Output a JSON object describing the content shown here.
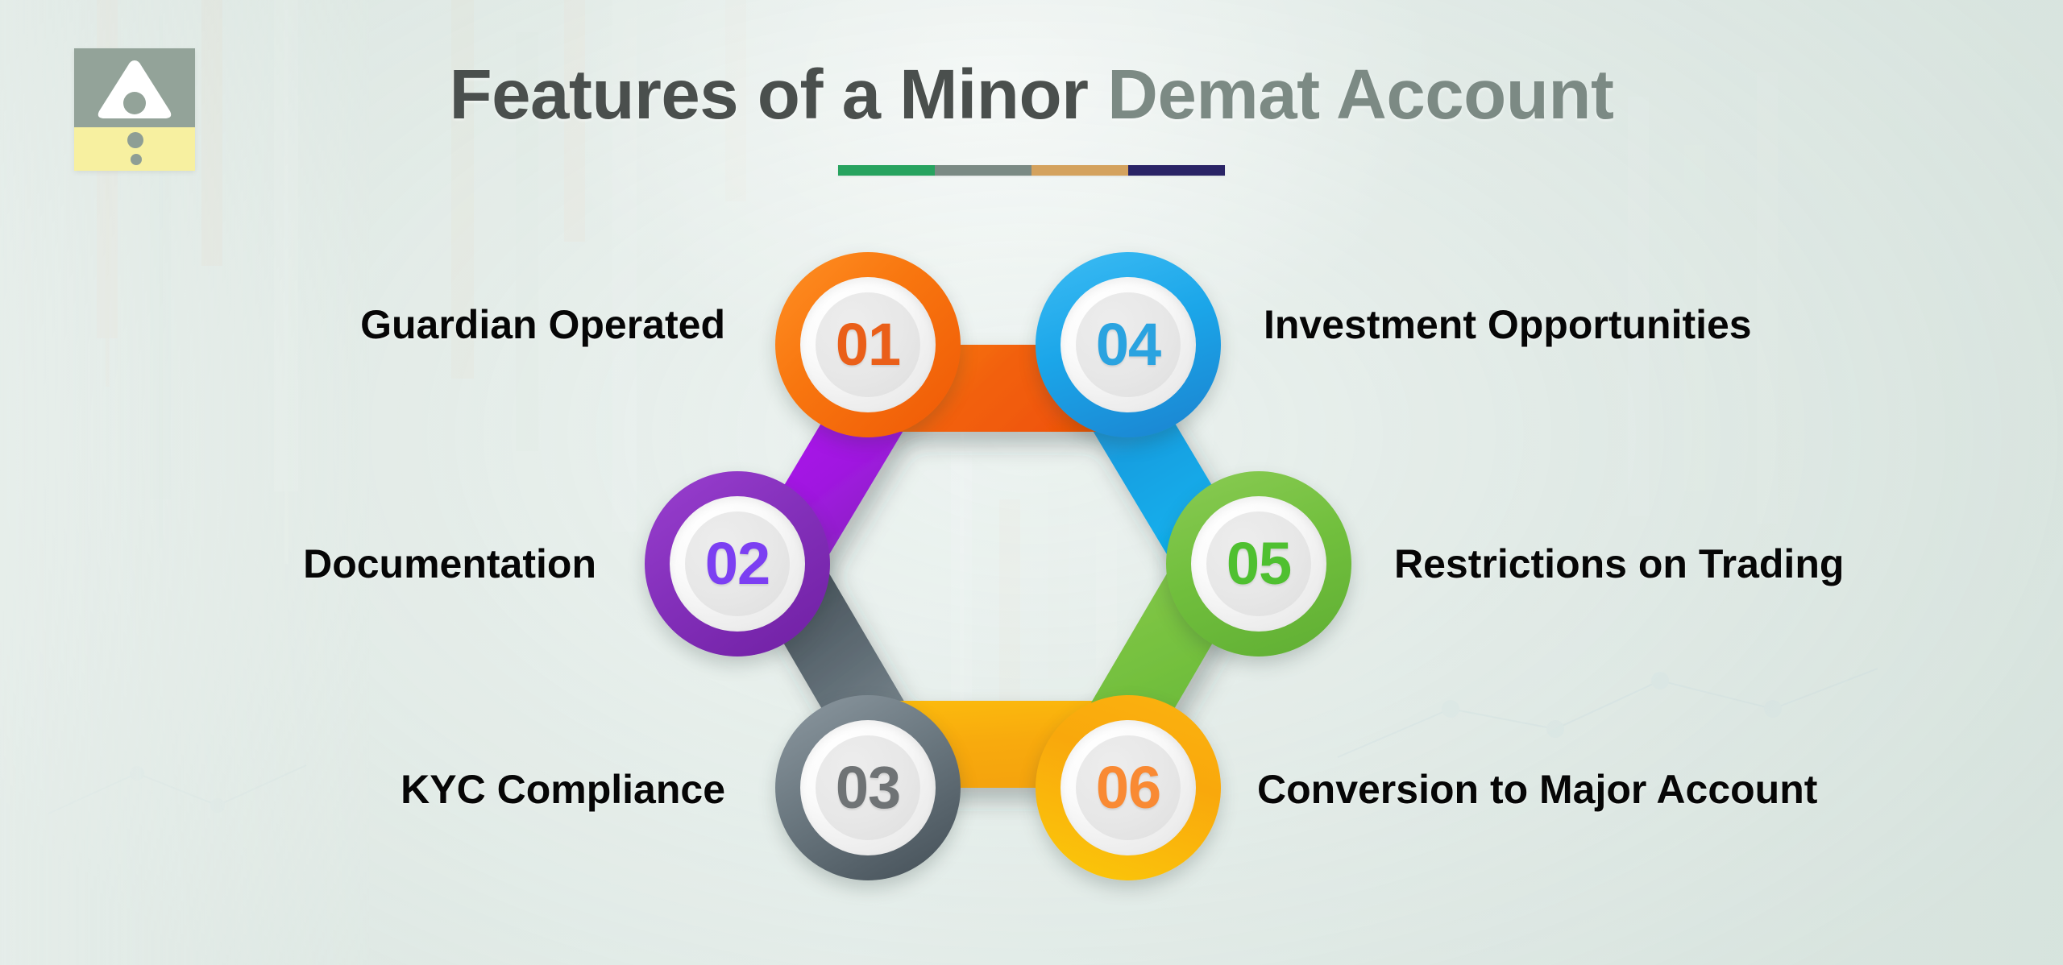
{
  "page": {
    "background_color": "#e3eae6",
    "accent_divider_colors": [
      "#27a35f",
      "#7b8a84",
      "#d4a25e",
      "#2a2466"
    ]
  },
  "logo": {
    "name": "brand-logo",
    "top_color": "#93a399",
    "bottom_color": "#f7f0a0",
    "glyph": "triangle-with-dot-icon"
  },
  "header": {
    "title_part1": "Features of a Minor",
    "title_part2": "Demat Account",
    "title_color_1": "#4a4f4d",
    "title_color_2": "#7c8a84"
  },
  "diagram": {
    "type": "hexagon-process-infographic",
    "nodes": [
      {
        "number": "01",
        "label": "Guardian Operated",
        "side": "left",
        "ring_color": "#f4710d",
        "ring_color_2": "#ff8c1a",
        "number_color": "#ea5f19"
      },
      {
        "number": "02",
        "label": "Documentation",
        "side": "left",
        "ring_color": "#7e2bb0",
        "ring_color_2": "#9a3fd0",
        "number_color": "#7c3ff2"
      },
      {
        "number": "03",
        "label": "KYC Compliance",
        "side": "left",
        "ring_color": "#5d6a72",
        "ring_color_2": "#808d95",
        "number_color": "#6f7375"
      },
      {
        "number": "04",
        "label": "Investment Opportunities",
        "side": "right",
        "ring_color": "#1aa7e8",
        "ring_color_2": "#3ab6f0",
        "number_color": "#2aa3e0"
      },
      {
        "number": "05",
        "label": "Restrictions on Trading",
        "side": "right",
        "ring_color": "#6ebe3e",
        "ring_color_2": "#86ca55",
        "number_color": "#4fc030"
      },
      {
        "number": "06",
        "label": "Conversion to Major Account",
        "side": "right",
        "ring_color": "#f9ae10",
        "ring_color_2": "#fbc40a",
        "number_color": "#f98a33"
      }
    ],
    "ribbons": [
      {
        "from": "01",
        "to": "04",
        "color_start": "#f05a07",
        "color_end": "#f4710d"
      },
      {
        "from": "04",
        "to": "05",
        "color_start": "#1f8fd6",
        "color_end": "#16a6e6"
      },
      {
        "from": "05",
        "to": "06",
        "color_start": "#7cc63f",
        "color_end": "#66b93a"
      },
      {
        "from": "06",
        "to": "03",
        "color_start": "#fbb711",
        "color_end": "#f6a60c"
      },
      {
        "from": "03",
        "to": "02",
        "color_start": "#4a555d",
        "color_end": "#7e8b93"
      },
      {
        "from": "02",
        "to": "01",
        "color_start": "#a715e8",
        "color_end": "#7c2bb0"
      }
    ]
  }
}
